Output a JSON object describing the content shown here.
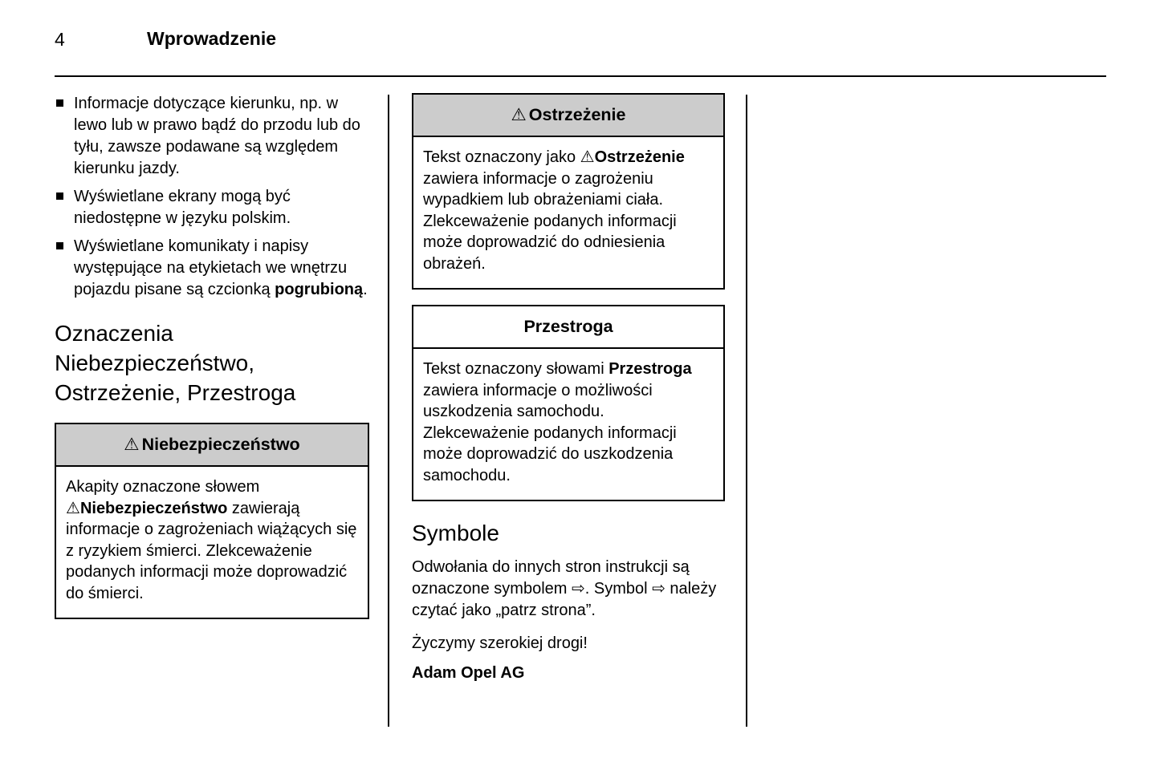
{
  "header": {
    "page_number": "4",
    "chapter_title": "Wprowadzenie"
  },
  "icons": {
    "warning": "⚠",
    "page_ref_arrow": "⇨"
  },
  "left_column": {
    "bullets": [
      {
        "text": "Informacje dotyczące kierunku, np. w lewo lub w prawo bądź do przodu lub do tyłu, zawsze podawane są względem kierunku jazdy."
      },
      {
        "text": "Wyświetlane ekrany mogą być niedostępne w języku polskim."
      },
      {
        "text": "Wyświetlane komunikaty i napisy występujące na etykietach we wnętrzu pojazdu pisane są czcionką ",
        "bold": "pogrubioną",
        "suffix": "."
      }
    ],
    "section_heading_lines": [
      "Oznaczenia",
      "Niebezpieczeństwo,",
      "Ostrzeżenie, Przestroga"
    ],
    "danger_box": {
      "title": "Niebezpieczeństwo",
      "body_part1": "Akapity oznaczone słowem ",
      "body_bold": "Niebezpieczeństwo",
      "body_part2": " zawierają informacje o zagrożeniach wiążących się z ryzykiem śmierci. Zlekceważenie podanych informacji może doprowadzić do śmierci."
    }
  },
  "middle_column": {
    "warning_box": {
      "title": "Ostrzeżenie",
      "body_part1": "Tekst oznaczony jako ",
      "body_bold": "Ostrzeżenie",
      "body_part2": " zawiera informacje o zagrożeniu wypadkiem lub obrażeniami ciała. Zlekceważenie podanych informacji może doprowadzić do odniesienia obrażeń."
    },
    "caution_box": {
      "title": "Przestroga",
      "body_part1": "Tekst oznaczony słowami ",
      "body_bold": "Przestroga",
      "body_part2": " zawiera informacje o możliwości uszkodzenia samochodu. Zlekceważenie podanych informacji może doprowadzić do uszkodzenia samochodu."
    },
    "symbols_section": {
      "heading": "Symbole",
      "para_part1": "Odwołania do innych stron instrukcji są oznaczone symbolem ",
      "para_part2": ". Symbol ",
      "para_part3": " należy czytać jako „patrz strona”.",
      "closing_line": "Życzymy szerokiej drogi!",
      "signature": "Adam Opel AG"
    }
  }
}
